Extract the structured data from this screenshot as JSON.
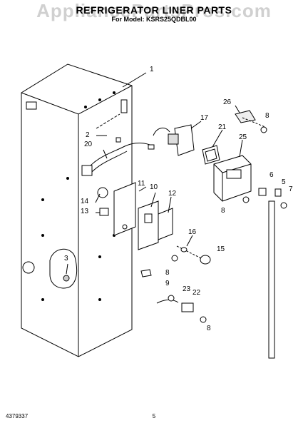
{
  "watermark": "AppliancePartsPros.com",
  "title": "REFRIGERATOR LINER PARTS",
  "subtitle": "For Model: KSRS25QDBL00",
  "callouts": [
    {
      "id": "c1",
      "label": "1"
    },
    {
      "id": "c2",
      "label": "2"
    },
    {
      "id": "c3",
      "label": "3"
    },
    {
      "id": "c5",
      "label": "5"
    },
    {
      "id": "c6",
      "label": "6"
    },
    {
      "id": "c7",
      "label": "7"
    },
    {
      "id": "c8a",
      "label": "8"
    },
    {
      "id": "c8b",
      "label": "8"
    },
    {
      "id": "c8c",
      "label": "8"
    },
    {
      "id": "c8d",
      "label": "8"
    },
    {
      "id": "c9",
      "label": "9"
    },
    {
      "id": "c10",
      "label": "10"
    },
    {
      "id": "c11",
      "label": "11"
    },
    {
      "id": "c12",
      "label": "12"
    },
    {
      "id": "c13",
      "label": "13"
    },
    {
      "id": "c14",
      "label": "14"
    },
    {
      "id": "c15",
      "label": "15"
    },
    {
      "id": "c16",
      "label": "16"
    },
    {
      "id": "c17",
      "label": "17"
    },
    {
      "id": "c20",
      "label": "20"
    },
    {
      "id": "c21",
      "label": "21"
    },
    {
      "id": "c22",
      "label": "22"
    },
    {
      "id": "c23",
      "label": "23"
    },
    {
      "id": "c25",
      "label": "25"
    },
    {
      "id": "c26",
      "label": "26"
    }
  ],
  "footer": {
    "left": "4379337",
    "page": "5"
  }
}
